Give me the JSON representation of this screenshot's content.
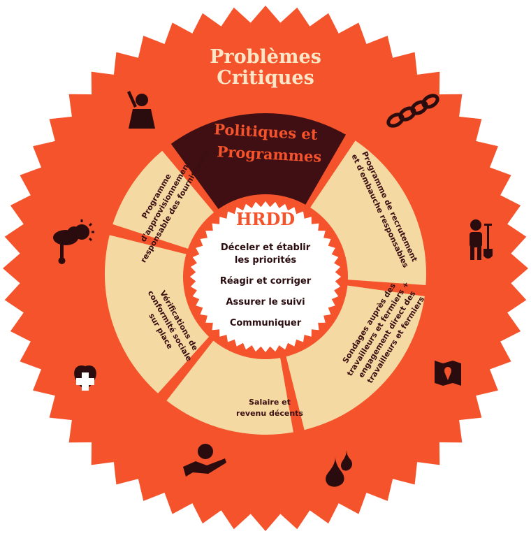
{
  "outer_title": [
    "Problèmes",
    "Critiques"
  ],
  "policies_title": [
    "Politiques et",
    "Programmes"
  ],
  "segments": [
    {
      "lines": [
        "Programme",
        "d'approvisionnement",
        "responsable des fournisseurs"
      ]
    },
    {
      "lines": [
        "Programme de recrutement",
        "et d'embauche responsables"
      ]
    },
    {
      "lines": [
        "Sondages auprès des",
        "travailleurs et fermiers +",
        "engagement direct des",
        "travailleurs et fermiers"
      ]
    },
    {
      "lines": [
        "Salaire et",
        "revenu décents"
      ]
    },
    {
      "lines": [
        "Vérifications de",
        "conformité sociale",
        "sur place"
      ]
    }
  ],
  "core": {
    "title": "HRDD",
    "items": [
      "Déceler et établir",
      "les priorités",
      "Réagir et corriger",
      "Assurer le suivi",
      "Communiquer"
    ]
  },
  "icons": [
    "person-raising-hand-icon",
    "chain-links-icon",
    "weather-thermometer-icon",
    "child-labor-shovel-icon",
    "health-heart-icon",
    "land-map-icon",
    "hand-holding-coin-icon",
    "water-drops-icon"
  ],
  "colors": {
    "outer_orange": "#f4532b",
    "segment_cream": "#f5d9a3",
    "dark_maroon": "#3f0f14",
    "hrdd_orange": "#f4532b",
    "white": "#ffffff",
    "title_light": "#fde6c8"
  }
}
